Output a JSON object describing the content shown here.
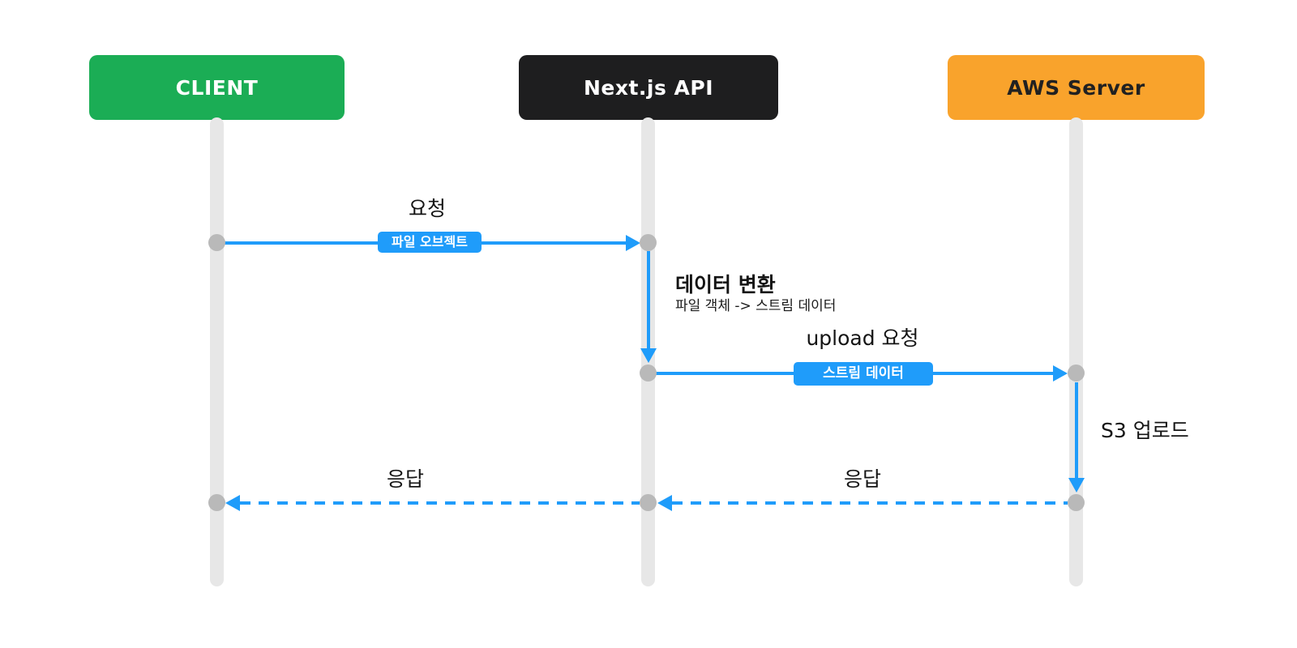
{
  "diagram": {
    "title": "file upload sequence diagram",
    "actors": [
      {
        "id": "client",
        "label": "CLIENT",
        "color": "#1bad55",
        "text_color": "#ffffff"
      },
      {
        "id": "nextjs",
        "label": "Next.js API",
        "color": "#1e1e1f",
        "text_color": "#ffffff"
      },
      {
        "id": "aws",
        "label": "AWS Server",
        "color": "#f9a32c",
        "text_color": "#212121"
      }
    ],
    "messages": [
      {
        "from": "client",
        "to": "nextjs",
        "style": "solid",
        "label": "요청",
        "badge": "파일 오브젝트"
      },
      {
        "from": "nextjs",
        "to": "nextjs",
        "style": "solid",
        "label": "데이터 변환",
        "sublabel": "파일 객체 -> 스트림 데이터"
      },
      {
        "from": "nextjs",
        "to": "aws",
        "style": "solid",
        "label": "upload 요청",
        "badge": "스트림 데이터"
      },
      {
        "from": "aws",
        "to": "aws",
        "style": "solid",
        "label": "S3 업로드"
      },
      {
        "from": "aws",
        "to": "nextjs",
        "style": "dashed",
        "label": "응답"
      },
      {
        "from": "nextjs",
        "to": "client",
        "style": "dashed",
        "label": "응답"
      }
    ],
    "colors": {
      "arrow_blue": "#1f9cfa",
      "badge_blue": "#1f9cfa",
      "lifeline_gray": "#e7e7e7",
      "dot_gray": "#b9b9b9",
      "background": "#ffffff",
      "label_text": "#141414"
    }
  }
}
